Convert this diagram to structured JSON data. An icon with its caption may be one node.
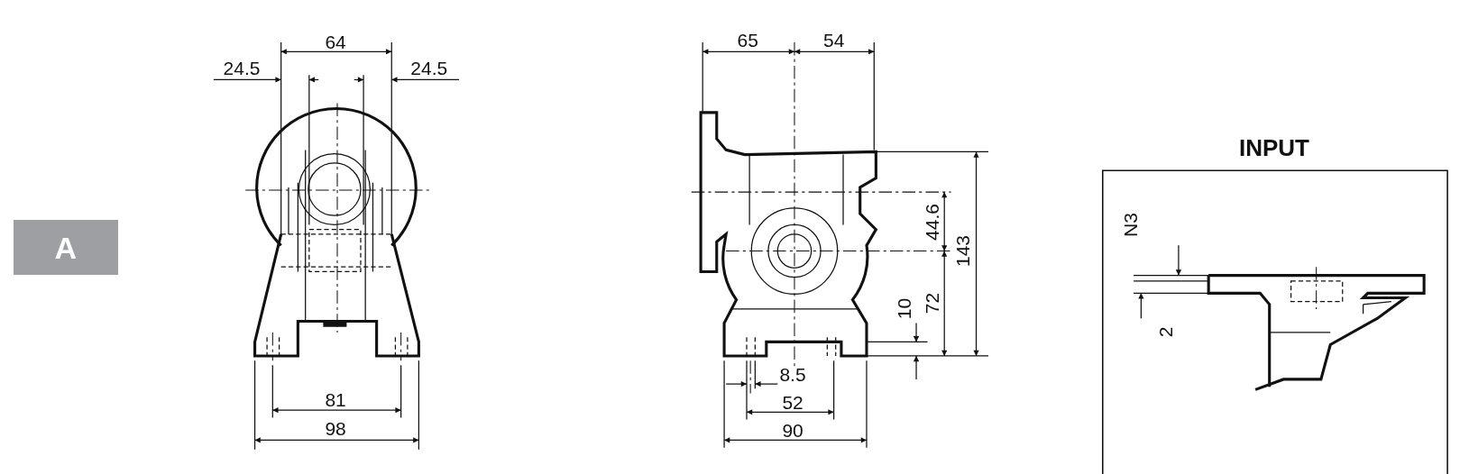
{
  "diagram": {
    "nodes": [
      {
        "text": [
          "INPUT"
        ]
      }
    ],
    "labels": [
      "A",
      "64",
      "24.5",
      "24.5",
      "81",
      "98",
      "65",
      "54",
      "44.6",
      "143",
      "10",
      "72",
      "8.5",
      "52",
      "90",
      "N3",
      "2"
    ]
  }
}
